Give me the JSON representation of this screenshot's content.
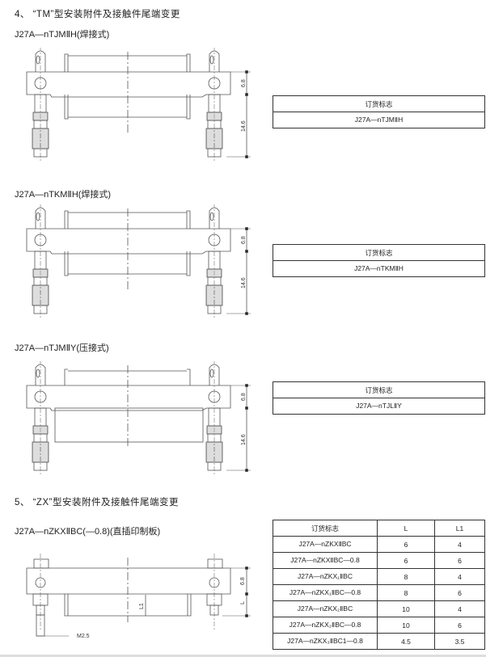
{
  "section4": {
    "title": "4、 “TM”型安装附件及接触件尾端变更",
    "items": [
      {
        "subtitle": "J27A—nTJMⅡH(焊接式)",
        "table_header": "订货标志",
        "table_value": "J27A—nTJMⅡH"
      },
      {
        "subtitle": "J27A—nTKMⅡH(焊接式)",
        "table_header": "订货标志",
        "table_value": "J27A—nTKMⅡH"
      },
      {
        "subtitle": "J27A—nTJMⅡY(压接式)",
        "table_header": "订货标志",
        "table_value": "J27A—nTJLⅡY"
      }
    ],
    "dim_a": "6.8",
    "dim_b": "14.6"
  },
  "section5": {
    "title": "5、 “ZX”型安装附件及接触件尾端变更",
    "subtitle": "J27A—nZKXⅡBC(—0.8)(直插印制板)",
    "dims": {
      "a": "6.8",
      "L": "L",
      "L1": "L1",
      "thread": "M2.5"
    },
    "table": {
      "headers": [
        "订货标志",
        "L",
        "L1"
      ],
      "rows": [
        [
          "J27A—nZKXⅡBC",
          "6",
          "4"
        ],
        [
          "J27A—nZKXⅡBC—0.8",
          "6",
          "6"
        ],
        [
          "J27A—nZKX₁ⅡBC",
          "8",
          "4"
        ],
        [
          "J27A—nZKX₁ⅡBC—0.8",
          "8",
          "6"
        ],
        [
          "J27A—nZKX₂ⅡBC",
          "10",
          "4"
        ],
        [
          "J27A—nZKX₂ⅡBC—0.8",
          "10",
          "6"
        ],
        [
          "J27A—nZKX₃ⅡBC1—0.8",
          "4.5",
          "3.5"
        ]
      ]
    }
  }
}
